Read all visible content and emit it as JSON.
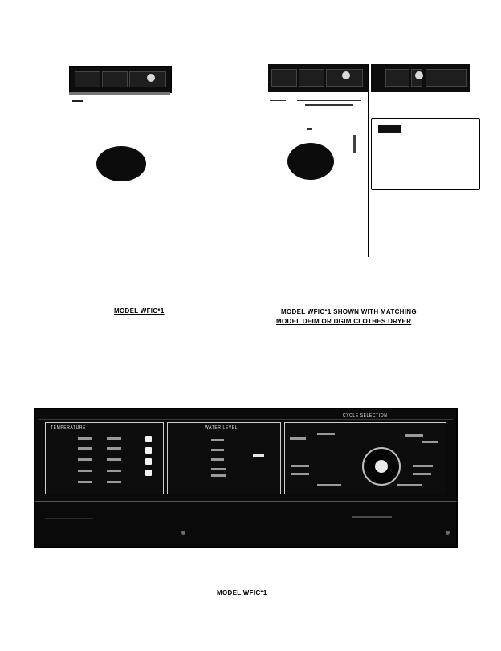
{
  "captions": {
    "left_model": "MODEL WFIC*1",
    "right_model_line1": "MODEL WFIC*1 SHOWN WITH MATCHING",
    "right_model_line2": "MODEL DEIM OR DGIM CLOTHES DRYER",
    "bottom_model": "MODEL WFIC*1"
  },
  "panel": {
    "sections": {
      "temperature": "TEMPERATURE",
      "water_level": "WATER LEVEL",
      "cycle_selection": "CYCLE SELECTION"
    }
  },
  "colors": {
    "panel": "#0b0b0b",
    "paper": "#ffffff",
    "ink": "#000000"
  }
}
